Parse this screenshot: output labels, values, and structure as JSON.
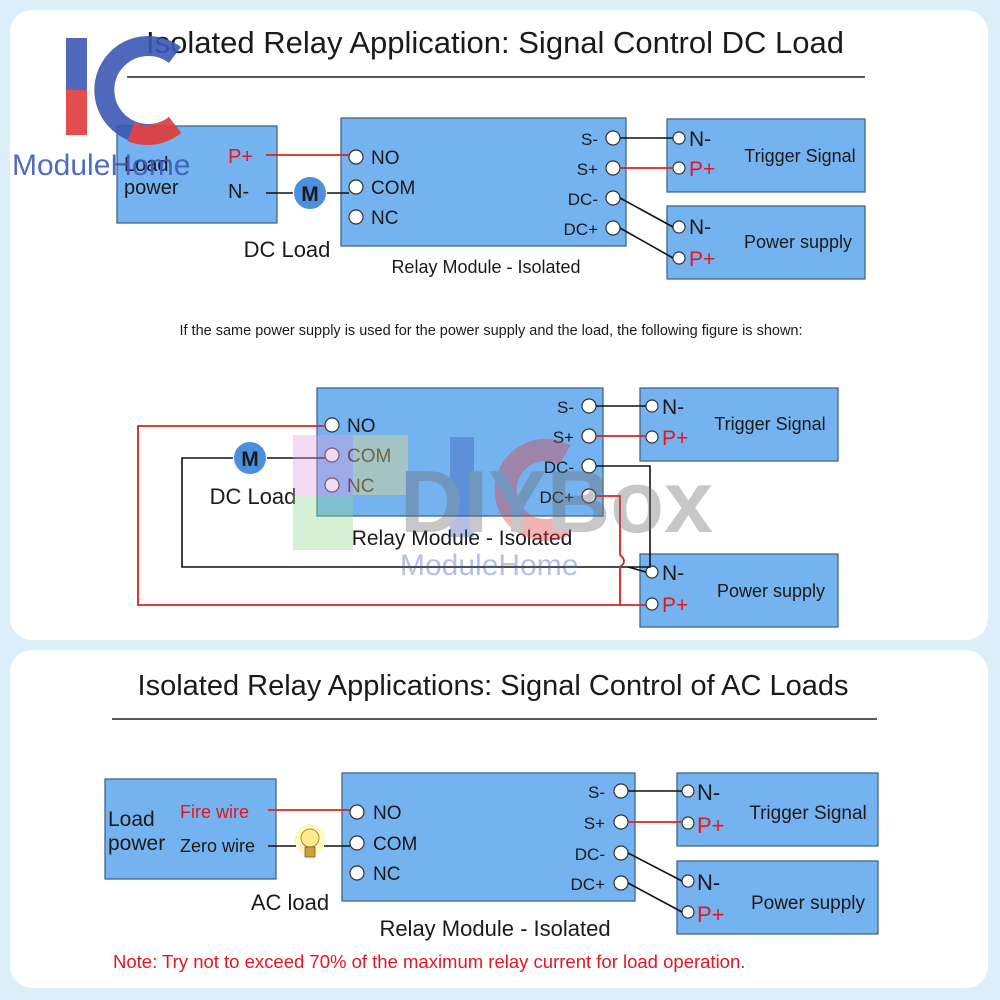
{
  "title_dc": "Isolated Relay Application: Signal Control DC Load",
  "title_ac": "Isolated Relay Applications: Signal Control of AC Loads",
  "note_same_supply": "If the same power supply is used for the power supply and the load, the following figure is shown:",
  "note_ac": "Note: Try not to exceed 70% of the maximum relay current for load operation.",
  "relay": {
    "label": "Relay Module - Isolated",
    "left_pins": [
      "NO",
      "COM",
      "NC"
    ],
    "right_pins": [
      "S-",
      "S+",
      "DC-",
      "DC+"
    ]
  },
  "trigger": {
    "label": "Trigger Signal",
    "n": "N-",
    "p": "P+"
  },
  "supply": {
    "label": "Power supply",
    "n": "N-",
    "p": "P+"
  },
  "dc": {
    "load_power_line1": "Load",
    "load_power_line2": "power",
    "p": "P+",
    "n": "N-",
    "motor": "M",
    "load_label": "DC Load"
  },
  "ac": {
    "load_power_line1": "Load",
    "load_power_line2": "power",
    "fire": "Fire wire",
    "zero": "Zero wire",
    "load_label": "AC load"
  },
  "watermark_logo": "IC ModuleHome",
  "watermark_center": "DIYBox ModuleHome",
  "colors": {
    "block": "#74b2f0",
    "red_wire": "#e02020",
    "background": "#dbeefa"
  }
}
